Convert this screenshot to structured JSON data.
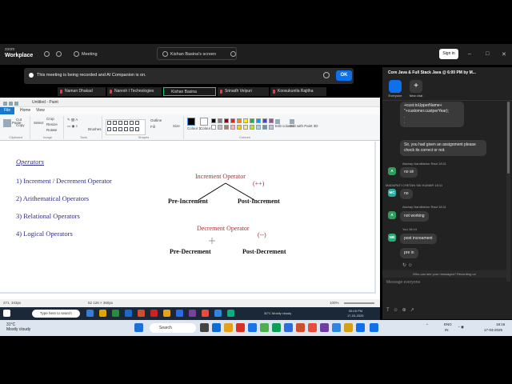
{
  "zoom": {
    "logo_small": "zoom",
    "logo_big": "Workplace",
    "meeting_label": "Meeting",
    "share_label": "Kishan Basina's screen",
    "sign_in": "Sign in"
  },
  "banner": {
    "text": "This meeting is being recorded and AI Companion is on.",
    "ok": "OK"
  },
  "participants": [
    "Naman Dhakad",
    "Naresh I Technologies",
    "Kishan Basina",
    "Srinadh Velpuri",
    "Koosukuntla Rajitha"
  ],
  "paint": {
    "title": "Untitled - Paint",
    "tabs": [
      "File",
      "Home",
      "View"
    ],
    "groups": [
      "Clipboard",
      "Image",
      "Tools",
      "Shapes",
      "Colours"
    ],
    "buttons": {
      "paste": "Paste",
      "cut": "Cut",
      "copy": "Copy",
      "select": "Select",
      "crop": "Crop",
      "resize": "Resize",
      "rotate": "Rotate",
      "brushes": "Brushes",
      "outline": "Outline",
      "fill": "Fill",
      "size": "Size",
      "colour1": "Colour 1",
      "colour2": "Colour 2",
      "edit_colours": "Edit colours",
      "edit_paint3d": "Edit with Paint 3D"
    },
    "palette": [
      "#000000",
      "#7f7f7f",
      "#880015",
      "#ed1c24",
      "#ff7f27",
      "#fff200",
      "#22b14c",
      "#00a2e8",
      "#3f48cc",
      "#a349a4",
      "#ffffff",
      "#c3c3c3",
      "#b97a57",
      "#ffaec9",
      "#ffc90e",
      "#efe4b0",
      "#b5e61d",
      "#99d9ea",
      "#7092be",
      "#c8bfe7"
    ],
    "canvas": {
      "heading": "Operators",
      "items": [
        "1) Increment / Decrement Operator",
        "2) Arithematical Operators",
        "3) Relational Operators",
        "4) Logical Operators"
      ],
      "inc_title": "Increment Operator",
      "inc_symbol": "(++)",
      "inc_left": "Pre-Increment",
      "inc_right": "Post-Increment",
      "dec_title": "Decrement Operator",
      "dec_symbol": "(--)",
      "dec_left": "Pre-Decrement",
      "dec_right": "Post-Decrement"
    },
    "status": {
      "position": "271, 343px",
      "size": "52 126 × 360px",
      "zoom": "100%"
    }
  },
  "chat": {
    "title": "Core Java & Full Stack Java @ 6:00 PM by M...",
    "tab_everyone": "Everyone",
    "tab_new": "New chat",
    "messages": {
      "code1": "+cust.toUpperName+",
      "code2": "\"+customer.custperYear);",
      "dot1": ".",
      "dot2": ".",
      "assignment": "Sir, you had given an assignment please check its correct or not.",
      "akshay1_name": "Akshay Nandkishor Raut 18:11",
      "akshay1_msg": "no sir",
      "madapati_name": "MADAPATI CHETAN SAI KUMAR 18:11",
      "madapati_msg": "no",
      "akshay2_name": "Akshay Nandkishor Raut 18:11",
      "akshay2_msg": "not working",
      "you_name": "You 18:14",
      "you_msg1": "post increament",
      "you_msg2": "pre in"
    },
    "avatars": [
      "A",
      "MC",
      "A",
      "NB"
    ],
    "rec_note": "Who can see your messages? Recording on",
    "placeholder": "Message everyone"
  },
  "remote_taskbar": {
    "search": "Type here to search",
    "weather": "30°C Mostly cloudy",
    "time": "06:16 PM",
    "date": "17-03-2025"
  },
  "taskbar": {
    "temp": "31°C",
    "cond": "Mostly cloudy",
    "search": "Search",
    "lang1": "ENG",
    "lang2": "IN",
    "time": "18:16",
    "date": "17-03-2025"
  },
  "colors": {
    "zoom_blue": "#0e71eb",
    "paint_file": "#1979ca",
    "navy_text": "#2d2b8a",
    "red_text": "#c0272d"
  }
}
